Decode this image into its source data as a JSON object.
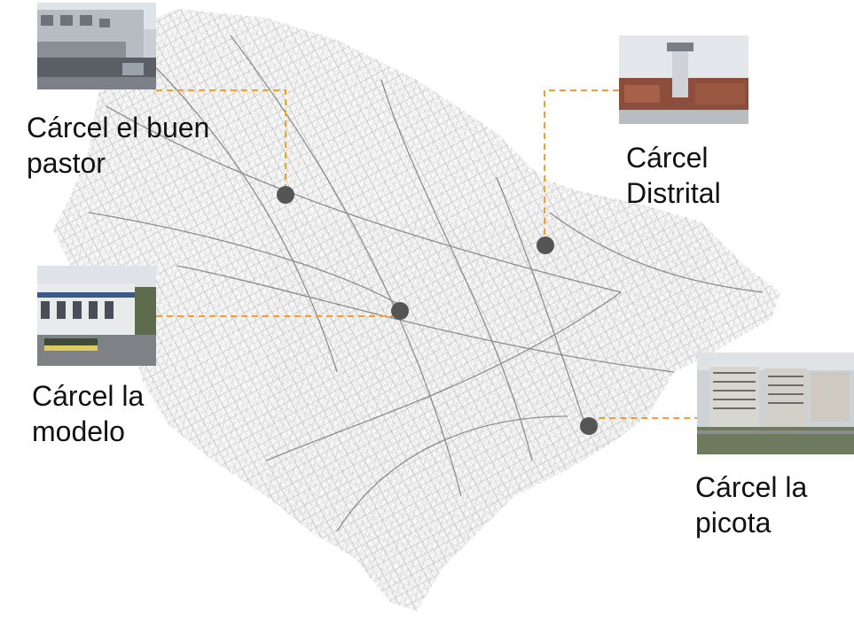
{
  "colors": {
    "background": "#ffffff",
    "street_network": "#9a9a9a",
    "leader_line": "#f0a030",
    "marker": "#555555",
    "label_text": "#111111"
  },
  "prisons": [
    {
      "id": "buen-pastor",
      "label_lines": [
        "Cárcel el buen",
        "pastor"
      ],
      "photo": "prison-building-photo"
    },
    {
      "id": "distrital",
      "label_lines": [
        "Cárcel",
        "Distrital"
      ],
      "photo": "prison-tower-photo"
    },
    {
      "id": "modelo",
      "label_lines": [
        "Cárcel la",
        "modelo"
      ],
      "photo": "prison-facade-photo"
    },
    {
      "id": "picota",
      "label_lines": [
        "Cárcel la",
        "picota"
      ],
      "photo": "prison-complex-photo"
    }
  ]
}
